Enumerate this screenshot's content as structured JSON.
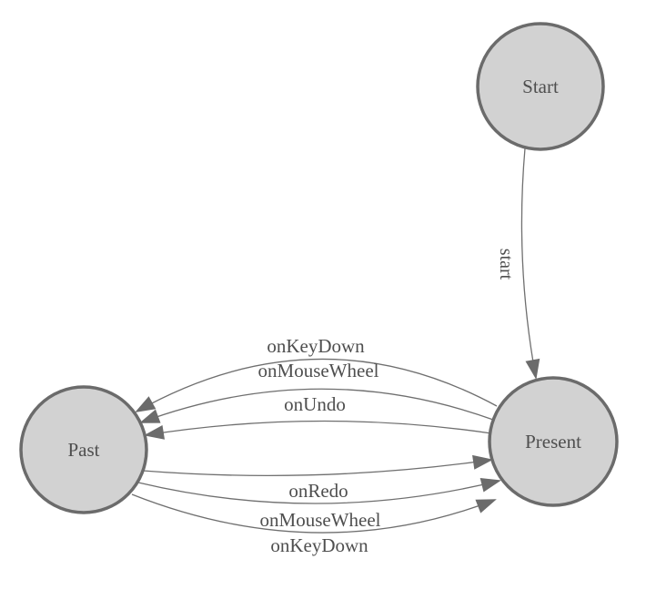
{
  "diagram": {
    "type": "state-machine",
    "colors": {
      "background": "#ffffff",
      "node_fill": "#d2d2d2",
      "node_border": "#6b6b6b",
      "edge_line": "#6f6f6f",
      "arrowhead": "#6b6b6b",
      "label_text": "#4f4f4f"
    },
    "nodes": [
      {
        "id": "start",
        "label": "Start"
      },
      {
        "id": "present",
        "label": "Present"
      },
      {
        "id": "past",
        "label": "Past"
      }
    ],
    "edges": [
      {
        "id": "start-to-present",
        "from": "Start",
        "to": "Present",
        "label": "start"
      },
      {
        "id": "present-to-past-onkeydown",
        "from": "Present",
        "to": "Past",
        "label": "onKeyDown"
      },
      {
        "id": "present-to-past-onmousewheel",
        "from": "Present",
        "to": "Past",
        "label": "onMouseWheel"
      },
      {
        "id": "present-to-past-onundo",
        "from": "Present",
        "to": "Past",
        "label": "onUndo"
      },
      {
        "id": "past-to-present-onredo",
        "from": "Past",
        "to": "Present",
        "label": "onRedo"
      },
      {
        "id": "past-to-present-onmousewheel",
        "from": "Past",
        "to": "Present",
        "label": "onMouseWheel"
      },
      {
        "id": "past-to-present-onkeydown",
        "from": "Past",
        "to": "Present",
        "label": "onKeyDown"
      }
    ]
  }
}
